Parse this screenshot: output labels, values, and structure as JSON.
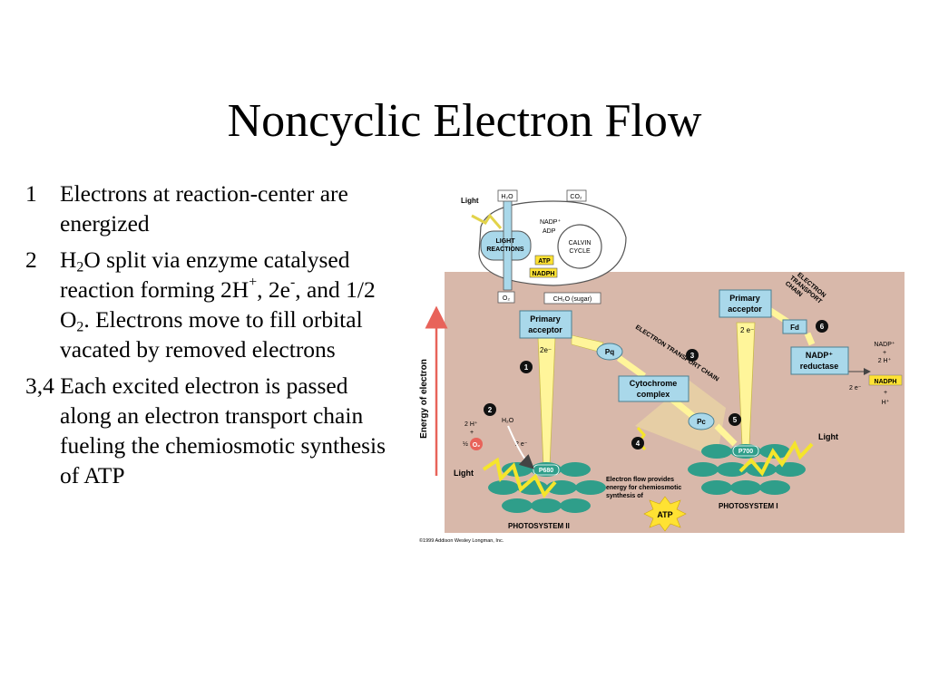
{
  "title": "Noncyclic Electron Flow",
  "points": {
    "p1": {
      "num": "1",
      "text": "Electrons at reaction-center are energized"
    },
    "p2": {
      "num": "2",
      "a": "H",
      "a_sub": "2",
      "b": "O split via enzyme catalysed reaction forming 2H",
      "c_sup": "+",
      "d": ", 2e",
      "e_sup": "-",
      "f": ", and 1/2 O",
      "g_sub": "2",
      "h": ". Electrons move to fill orbital vacated by removed electrons"
    },
    "p3": {
      "text": "3,4 Each excited electron is passed along an electron transport chain fueling the chemiosmotic synthesis of ATP"
    }
  },
  "figure": {
    "chloroplast": {
      "light": "Light",
      "h2o_top": "H₂O",
      "co2": "CO₂",
      "nadp": "NADP⁺",
      "adp": "ADP",
      "light_reactions_1": "LIGHT",
      "light_reactions_2": "REACTIONS",
      "calvin_1": "CALVIN",
      "calvin_2": "CYCLE",
      "atp": "ATP",
      "nadph": "NADPH",
      "o2": "O₂",
      "sugar": "CH₂O (sugar)"
    },
    "y_axis_label": "Energy of electron",
    "ps2": {
      "primary_acceptor_1": "Primary",
      "primary_acceptor_2": "acceptor",
      "two_e": "2e⁻",
      "h2o": "H₂O",
      "two_h": "2 H⁺",
      "plus": "+",
      "half": "½",
      "o2": "O₂",
      "two_e2": "2 e⁻",
      "light": "Light",
      "p680": "P680",
      "label": "PHOTOSYSTEM II"
    },
    "etc": {
      "pq": "Pq",
      "cyt_1": "Cytochrome",
      "cyt_2": "complex",
      "pc": "Pc",
      "etc_label": "ELECTRON TRANSPORT CHAIN",
      "flow_1": "Electron flow provides",
      "flow_2": "energy for chemiosmotic",
      "flow_3": "synthesis of",
      "atp": "ATP"
    },
    "ps1": {
      "primary_acceptor_1": "Primary",
      "primary_acceptor_2": "acceptor",
      "two_e": "2 e⁻",
      "etc_1": "ELECTRON",
      "etc_2": "TRANSPORT",
      "etc_3": "CHAIN",
      "fd": "Fd",
      "nadp_red_1": "NADP⁺",
      "nadp_red_2": "reductase",
      "nadp_plus": "NADP⁺",
      "plus1": "+",
      "two_h": "2 H⁺",
      "nadph": "NADPH",
      "plus2": "+",
      "h_plus": "H⁺",
      "light": "Light",
      "p700": "P700",
      "label": "PHOTOSYSTEM I"
    },
    "steps": [
      "1",
      "2",
      "3",
      "4",
      "5",
      "6"
    ],
    "copyright": "©1999 Addison Wesley Longman, Inc.",
    "colors": {
      "panel": "#d8b8aa",
      "box": "#a9d8ea",
      "thylakoid": "#2f9e8a",
      "arrow_yellow": "#fff59a",
      "red_arrow": "#e8635a",
      "atp_burst": "#ffe233"
    }
  }
}
